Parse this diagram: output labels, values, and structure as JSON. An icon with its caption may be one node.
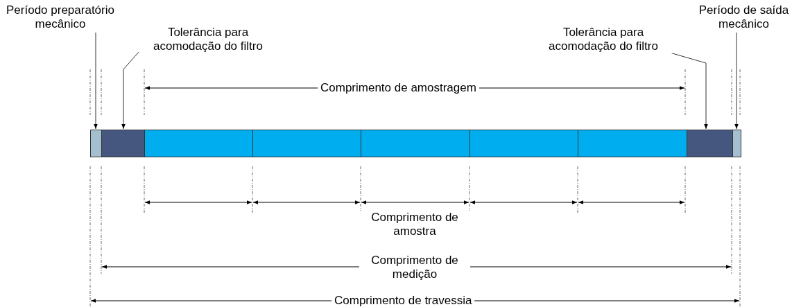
{
  "diagram": {
    "nodes": [
      {
        "text": [
          "Período preparatório mecânico"
        ]
      },
      {
        "text": [
          "Tolerância para acomodação do filtro"
        ]
      },
      {
        "text": [
          "Tolerância para acomodação do filtro"
        ]
      },
      {
        "text": [
          "Período de saída mecânico"
        ]
      },
      {
        "text": [],
        "shape": "bar"
      },
      {
        "text": [],
        "shape": "bar"
      },
      {
        "text": [],
        "shape": "bar"
      },
      {
        "text": [],
        "shape": "bar"
      },
      {
        "text": [],
        "shape": "bar"
      },
      {
        "text": [],
        "shape": "bar"
      },
      {
        "text": [],
        "shape": "bar"
      },
      {
        "text": [],
        "shape": "bar"
      },
      {
        "text": [],
        "shape": "bar"
      }
    ],
    "edges": [
      {
        "from": 0,
        "to": 4,
        "arrow": "to"
      },
      {
        "from": 1,
        "to": 5,
        "arrow": "to"
      },
      {
        "from": 2,
        "to": 11,
        "arrow": "to"
      },
      {
        "from": 3,
        "to": 12,
        "arrow": "to"
      }
    ],
    "labels": [
      "Comprimento de amostragem",
      "Comprimento de amostra",
      "Comprimento de medição",
      "Comprimento de travessia"
    ]
  }
}
